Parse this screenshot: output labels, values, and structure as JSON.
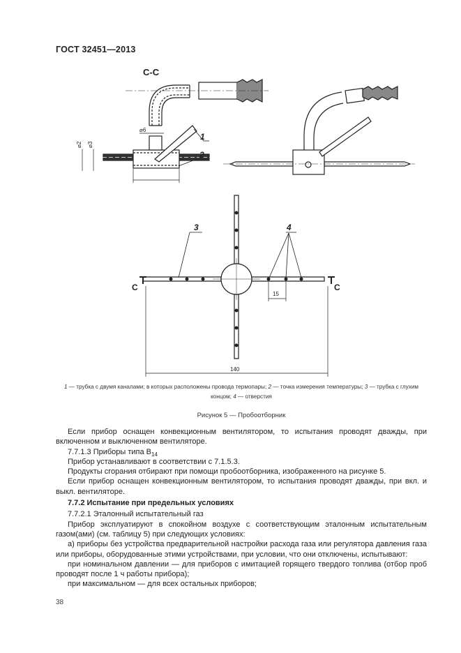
{
  "header": {
    "doc_id": "ГОСТ 32451—2013"
  },
  "figure": {
    "section_label": "С-С",
    "callouts": [
      "1",
      "2",
      "3",
      "4"
    ],
    "dimensions": {
      "d_tube": "⌀6",
      "d_a": "⌀2",
      "d_b": "⌀3",
      "spacing": "15",
      "length": "140"
    },
    "section_marker": "С",
    "legend": [
      {
        "num": "1",
        "text": " — трубка с двумя каналами; в которых расположены провода термопары; "
      },
      {
        "num": "2",
        "text": " — точка измерения температуры; "
      },
      {
        "num": "3",
        "text": " — трубка с глухим концом; "
      },
      {
        "num": "4",
        "text": " — отверстия"
      }
    ],
    "caption": "Рисунок 5 — Пробоотборник"
  },
  "body": {
    "p1": "Если прибор оснащен конвекционным вентилятором, то испытания проводят дважды, при включенном и выключенном вентиляторе.",
    "p2_main": "7.7.1.3  Приборы типа B",
    "p2_sub": "14",
    "p3": "Прибор устанавливают в соответствии с 7.1.5.3.",
    "p4": "Продукты сгорания отбирают при помощи пробоотборника, изображенного на рисунке 5.",
    "p5": "Если прибор оснащен конвекционным вентилятором, то испытания проводят дважды, при вкл. и выкл. вентиляторе.",
    "h1": "7.7.2  Испытание при предельных условиях",
    "p6": "7.7.2.1  Эталонный испытательный газ",
    "p7": "Прибор эксплуатируют в спокойном воздухе с соответствующим эталонным испытательным газом(ами) (см. таблицу 5) при следующих условиях:",
    "p8": "а)  приборы без устройства предварительной настройки расхода газа или регулятора давления газа или приборы, оборудованные этими устройствами, при условии, что они отключены, испытывают:",
    "p9": "при номинальном давлении — для приборов с имитацией горящего твердого топлива (отбор проб проводят после 1 ч работы прибора);",
    "p10": "при максимальном — для всех остальных приборов;"
  },
  "page_number": "38"
}
